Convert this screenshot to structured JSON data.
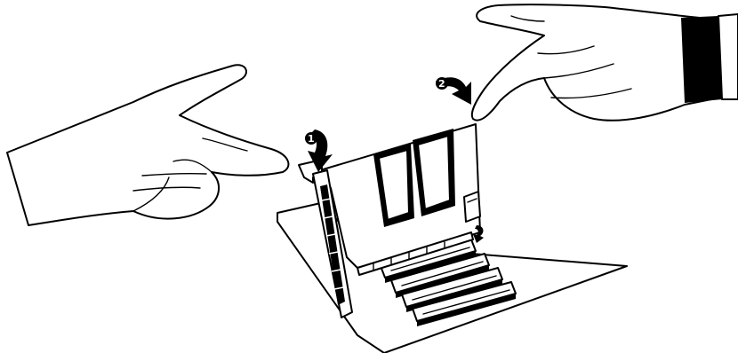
{
  "illustration": {
    "subject": "expansion-card-installation",
    "steps": [
      {
        "label": "1",
        "icon": "curved-arrow-down-icon"
      },
      {
        "label": "2",
        "icon": "curved-arrow-down-icon"
      }
    ],
    "colors": {
      "line": "#000000",
      "background": "#ffffff"
    }
  }
}
